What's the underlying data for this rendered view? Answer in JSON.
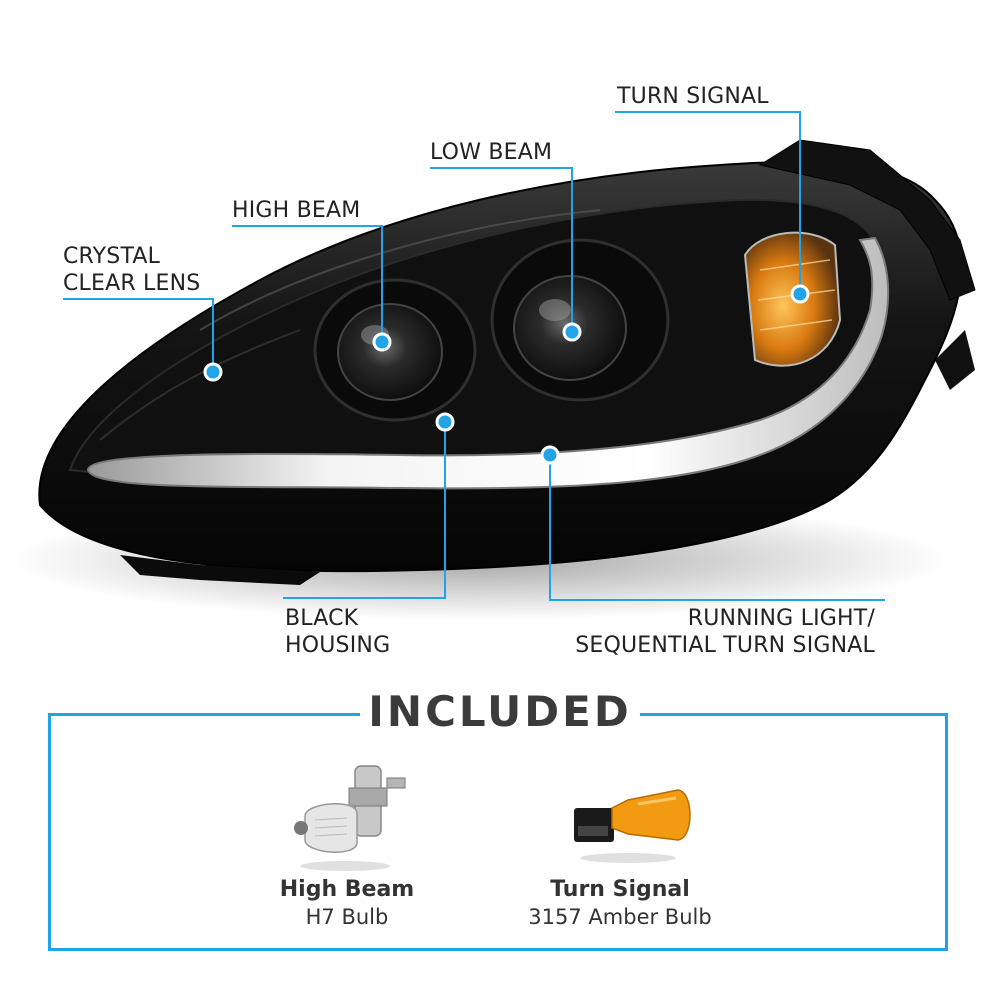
{
  "callouts": {
    "turn_signal": "TURN SIGNAL",
    "low_beam": "LOW BEAM",
    "high_beam": "HIGH BEAM",
    "crystal_clear_lens": "CRYSTAL\nCLEAR LENS",
    "black_housing": "BLACK\nHOUSING",
    "running_light": "RUNNING LIGHT/\nSEQUENTIAL TURN SIGNAL"
  },
  "included": {
    "title": "INCLUDED",
    "items": [
      {
        "name": "High Beam",
        "desc": "H7 Bulb",
        "icon": "h7-bulb-icon"
      },
      {
        "name": "Turn Signal",
        "desc": "3157 Amber Bulb",
        "icon": "amber-bulb-icon"
      }
    ]
  },
  "colors": {
    "accent": "#21a3e8",
    "housing": "#0d0d0d",
    "amber": "#f29a12"
  }
}
